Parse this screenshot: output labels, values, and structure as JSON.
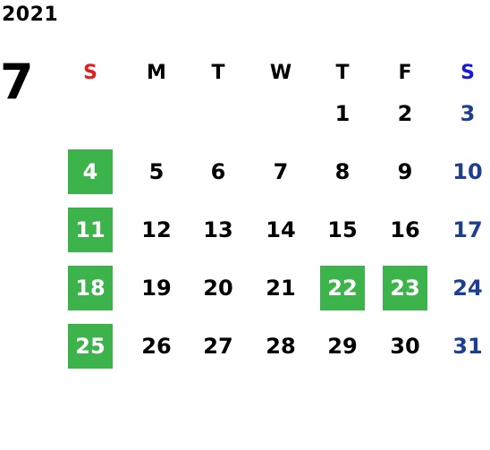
{
  "year": "2021",
  "month": "7",
  "colors": {
    "holiday_bg": "#3cb44b",
    "sunday_header": "#e02020",
    "saturday_header": "#1a1ad6",
    "saturday_date": "#1e3f8f",
    "weekday": "#000000"
  },
  "weekdays": [
    {
      "label": "S",
      "color": "#e02020"
    },
    {
      "label": "M",
      "color": "#000000"
    },
    {
      "label": "T",
      "color": "#000000"
    },
    {
      "label": "W",
      "color": "#000000"
    },
    {
      "label": "T",
      "color": "#000000"
    },
    {
      "label": "F",
      "color": "#000000"
    },
    {
      "label": "S",
      "color": "#1a1ad6"
    }
  ],
  "weeks": [
    [
      null,
      null,
      null,
      null,
      {
        "day": "1"
      },
      {
        "day": "2"
      },
      {
        "day": "3"
      }
    ],
    [
      {
        "day": "4",
        "holiday": true
      },
      {
        "day": "5"
      },
      {
        "day": "6"
      },
      {
        "day": "7"
      },
      {
        "day": "8"
      },
      {
        "day": "9"
      },
      {
        "day": "10"
      }
    ],
    [
      {
        "day": "11",
        "holiday": true
      },
      {
        "day": "12"
      },
      {
        "day": "13"
      },
      {
        "day": "14"
      },
      {
        "day": "15"
      },
      {
        "day": "16"
      },
      {
        "day": "17"
      }
    ],
    [
      {
        "day": "18",
        "holiday": true
      },
      {
        "day": "19"
      },
      {
        "day": "20"
      },
      {
        "day": "21"
      },
      {
        "day": "22",
        "holiday": true
      },
      {
        "day": "23",
        "holiday": true
      },
      {
        "day": "24"
      }
    ],
    [
      {
        "day": "25",
        "holiday": true
      },
      {
        "day": "26"
      },
      {
        "day": "27"
      },
      {
        "day": "28"
      },
      {
        "day": "29"
      },
      {
        "day": "30"
      },
      {
        "day": "31"
      }
    ]
  ]
}
